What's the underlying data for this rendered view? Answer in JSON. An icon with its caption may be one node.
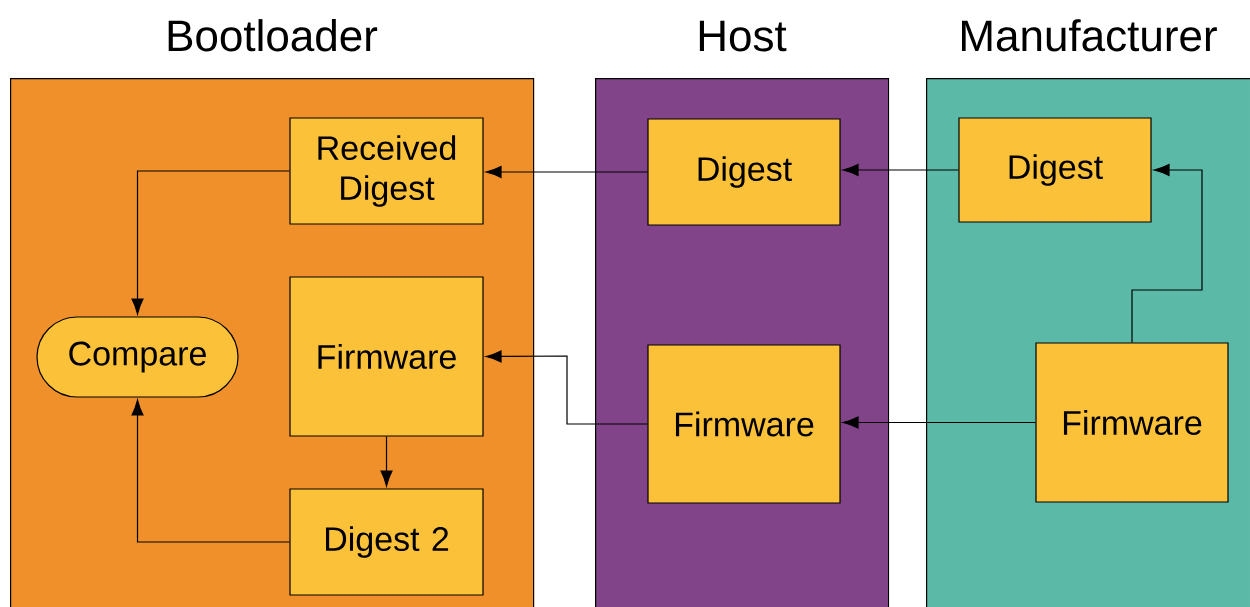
{
  "diagram": {
    "nodes": [
      {
        "text": [
          "Bootloader"
        ]
      },
      {
        "text": [
          "Host"
        ]
      },
      {
        "text": [
          "Manufacturer"
        ]
      },
      {
        "text": [
          "Received Digest"
        ],
        "in": 0
      },
      {
        "text": [
          "Compare"
        ],
        "in": 0
      },
      {
        "text": [
          "Firmware"
        ],
        "in": 0
      },
      {
        "text": [
          "Digest 2"
        ],
        "in": 0
      },
      {
        "text": [
          "Digest"
        ],
        "in": 1
      },
      {
        "text": [
          "Firmware"
        ],
        "in": 1
      },
      {
        "text": [
          "Digest"
        ],
        "in": 2
      },
      {
        "text": [
          "Firmware"
        ],
        "in": 2
      }
    ],
    "edges": [
      {
        "from": 7,
        "to": 3,
        "arrow": "to"
      },
      {
        "from": 9,
        "to": 7,
        "arrow": "to"
      },
      {
        "from": 10,
        "to": 9,
        "arrow": "to"
      },
      {
        "from": 10,
        "to": 8,
        "arrow": "to"
      },
      {
        "from": 8,
        "to": 5,
        "arrow": "to"
      },
      {
        "from": 3,
        "to": 4,
        "arrow": "to"
      },
      {
        "from": 5,
        "to": 6,
        "arrow": "to"
      },
      {
        "from": 6,
        "to": 4,
        "arrow": "to"
      }
    ]
  }
}
